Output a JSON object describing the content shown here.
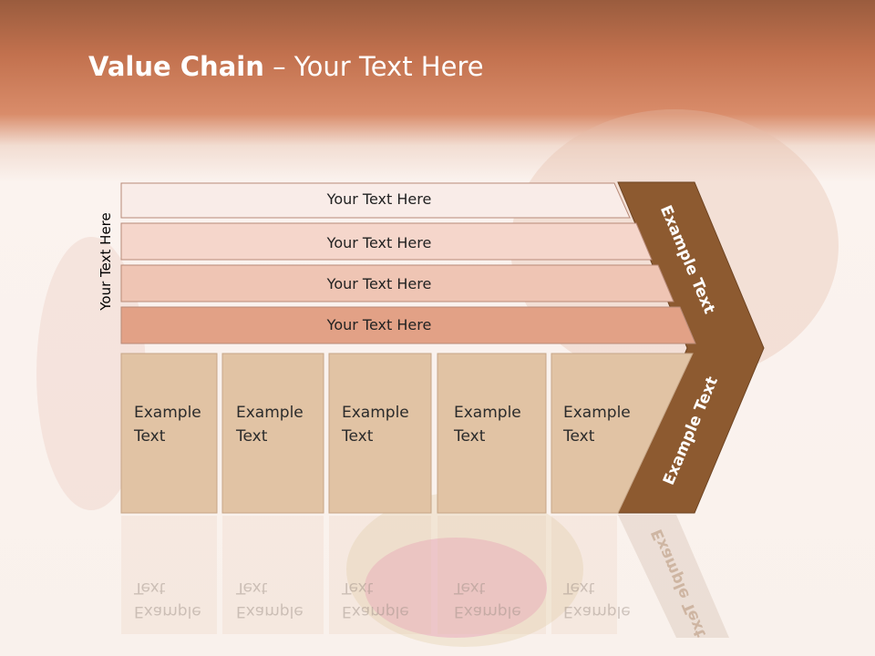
{
  "title": {
    "bold": "Value Chain",
    "rest": " – Your Text Here"
  },
  "side_label": "Your Text Here",
  "rows": [
    {
      "label": "Your Text Here",
      "color": "#f9ece8"
    },
    {
      "label": "Your Text Here",
      "color": "#f5d6cb"
    },
    {
      "label": "Your Text Here",
      "color": "#efc5b4"
    },
    {
      "label": "Your Text Here",
      "color": "#e2a186"
    }
  ],
  "cards": [
    {
      "line1": "Example",
      "line2": "Text"
    },
    {
      "line1": "Example",
      "line2": "Text"
    },
    {
      "line1": "Example",
      "line2": "Text"
    },
    {
      "line1": "Example",
      "line2": "Text"
    },
    {
      "line1": "Example",
      "line2": "Text"
    }
  ],
  "chevron": {
    "upper_text": "Example Text",
    "lower_text": "Example Text",
    "color": "#8d5a30"
  },
  "colors": {
    "card": "#e1c3a4",
    "card_border": "#c6a688",
    "header": "#c2714e"
  }
}
